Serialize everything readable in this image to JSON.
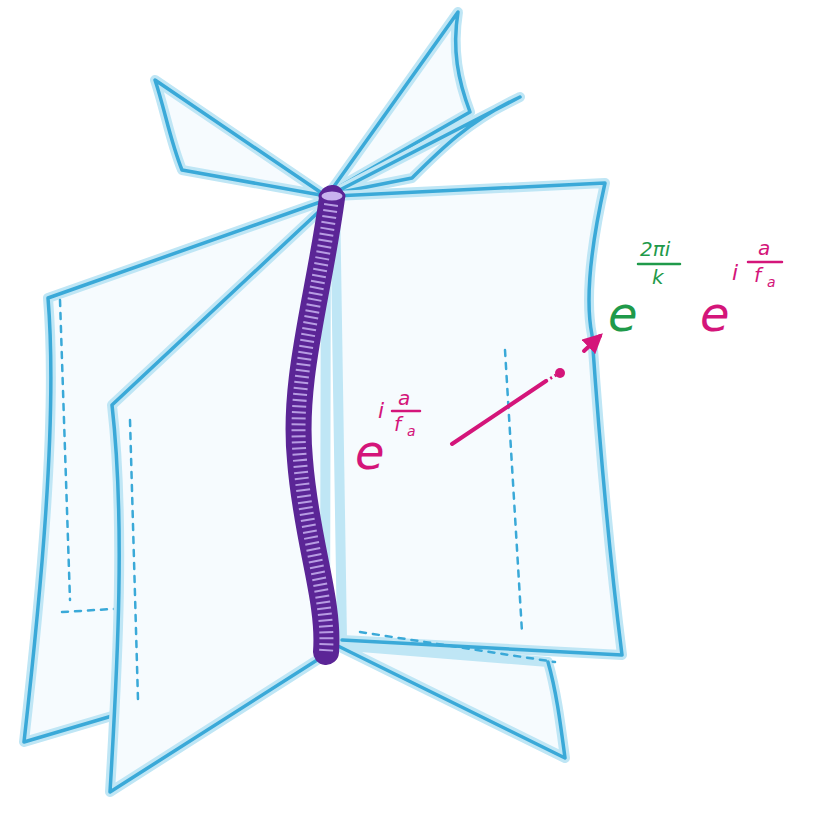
{
  "diagram": {
    "labels": [
      "e",
      "i",
      "a",
      "f",
      "a",
      "e",
      "2πi",
      "k",
      "e",
      "i",
      "a",
      "f",
      "a"
    ]
  }
}
